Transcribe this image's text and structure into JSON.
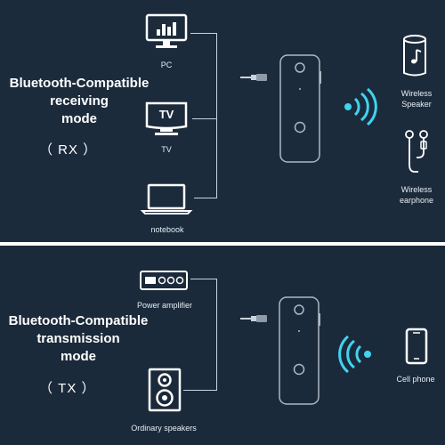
{
  "top": {
    "title_line1": "Bluetooth-Compatible",
    "title_line2": "receiving",
    "title_line3": "mode",
    "mode_code": "（ RX ）",
    "devices": {
      "pc": "PC",
      "tv_badge": "TV",
      "tv": "TV",
      "notebook": "notebook",
      "speaker_line1": "Wireless",
      "speaker_line2": "Speaker",
      "earphone_line1": "Wireless",
      "earphone_line2": "earphone"
    }
  },
  "bottom": {
    "title_line1": "Bluetooth-Compatible",
    "title_line2": "transmission",
    "title_line3": "mode",
    "mode_code": "（ TX ）",
    "devices": {
      "amplifier": "Power amplifier",
      "speakers": "Ordinary speakers",
      "phone": "Cell phone"
    }
  },
  "colors": {
    "background": "#1c2b3c",
    "line": "#c9d3de",
    "signal": "#3fd4f0",
    "divider": "#ffffff"
  },
  "icons": [
    "pc-monitor-icon",
    "tv-icon",
    "notebook-icon",
    "aux-plug-icon",
    "bluetooth-receiver-icon",
    "signal-waves-icon",
    "speaker-icon",
    "earphone-icon",
    "amplifier-icon",
    "loudspeaker-icon",
    "phone-icon"
  ]
}
